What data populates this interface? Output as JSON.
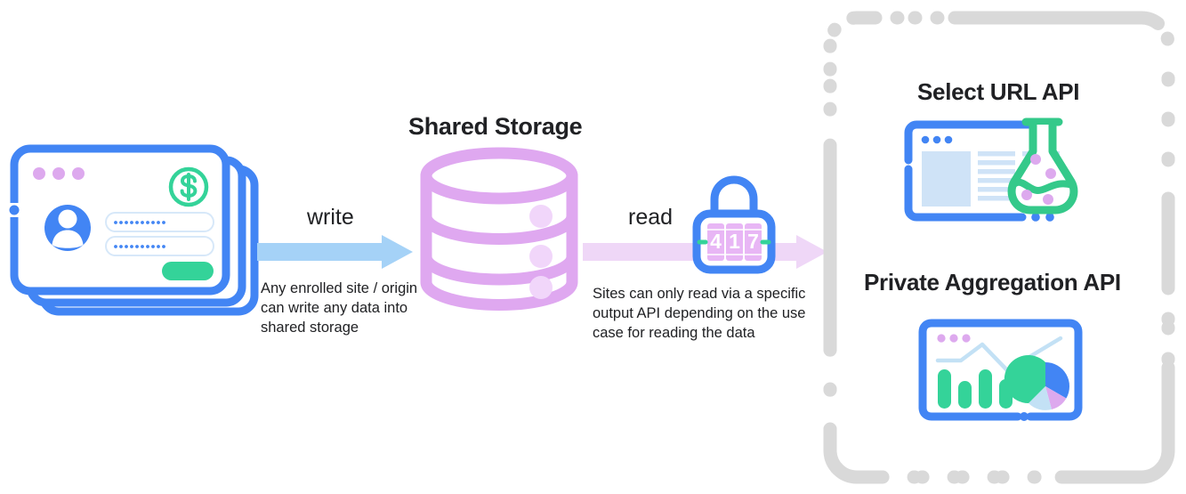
{
  "diagram": {
    "title_shared_storage": "Shared Storage",
    "write_label": "write",
    "write_caption": "Any enrolled site / origin can write any data into shared storage",
    "read_label": "read",
    "read_caption": "Sites can only read via a specific output API depending on the use case for reading the data",
    "lock_digits": "417",
    "lock_digit_1": "4",
    "lock_digit_2": "1",
    "lock_digit_3": "7"
  },
  "output_apis": {
    "panel_items": [
      {
        "title": "Select URL API",
        "icon": "browser-flask-icon"
      },
      {
        "title": "Private Aggregation API",
        "icon": "browser-chart-icon"
      }
    ]
  },
  "colors": {
    "blue": "#4285F4",
    "blue_arrow": "#A5D2F7",
    "purple": "#DFA8F0",
    "purple_arrow": "#EFD7F7",
    "green": "#34D399",
    "green_flask": "#34C98A",
    "light_blue_fill": "#CFE3F7",
    "grey_dash": "#D9D9D9",
    "text": "#202124",
    "pie_green": "#34D399",
    "pie_blue": "#4285F4",
    "pie_purple": "#DDA9EE",
    "pie_lightblue": "#C3E1F5"
  }
}
